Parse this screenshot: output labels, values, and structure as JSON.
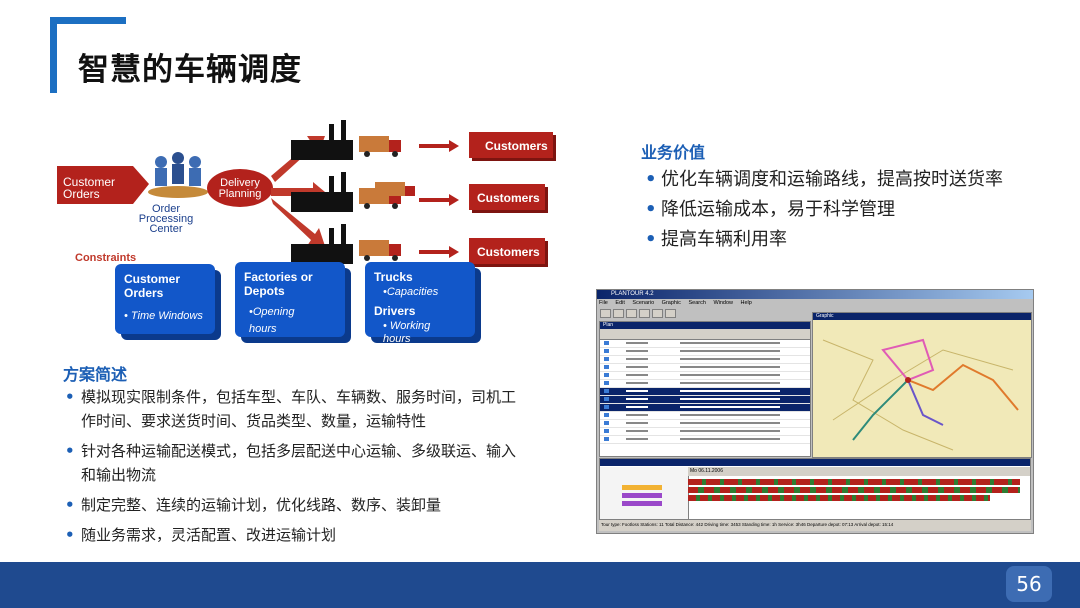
{
  "slide": {
    "title": "智慧的车辆调度",
    "page_number": "56"
  },
  "diagram": {
    "customer_orders": "Customer\nOrders",
    "order_center": "Order\nProcessing\nCenter",
    "delivery_planning": "Delivery\nPlanning",
    "customers": [
      "Customers",
      "Customers",
      "Customers"
    ],
    "constraints_label": "Constraints",
    "boxes": [
      {
        "title": "Customer\nOrders",
        "sub": "• Time Windows"
      },
      {
        "title": "Factories or\nDepots",
        "sub": "•Opening\nhours"
      },
      {
        "title": "Trucks",
        "sub": "•Capacities",
        "title2": "Drivers",
        "sub2": "• Working\nhours"
      }
    ]
  },
  "business_value": {
    "heading": "业务价值",
    "items": [
      "优化车辆调度和运输路线，提高按时送货率",
      "降低运输成本，易于科学管理",
      "提高车辆利用率"
    ]
  },
  "solution": {
    "heading": "方案简述",
    "items": [
      "模拟现实限制条件，包括车型、车队、车辆数、服务时间，司机工作时间、要求送货时间、货品类型、数量，运输特性",
      "针对各种运输配送模式，包括多层配送中心运输、多级联运、输入和输出物流",
      "制定完整、连续的运输计划，优化线路、数序、装卸量",
      "随业务需求，灵活配置、改进运输计划"
    ]
  },
  "screenshot": {
    "window_title": "PLANTOUR 4.2",
    "menu": [
      "File",
      "Edit",
      "Scenario",
      "Graphic",
      "Search",
      "Window",
      "Help"
    ],
    "plan_pane_title": "Plan",
    "map_pane_title": "Graphic",
    "date_label": "Mo 06.11.2006",
    "status": "Tour type: Footloss  Stations: 11  Total Distance: 442  Driving time: 3453  Standing time: 1h  Service: 3h46  Departure depot: 07:13  Arrival depot: 15:14"
  },
  "colors": {
    "accent_blue": "#1c6fc2",
    "heading_blue": "#1c5fb5",
    "footer_blue": "#1f4a8f",
    "ribbon_red": "#b3221c",
    "box_blue": "#1257c9"
  }
}
